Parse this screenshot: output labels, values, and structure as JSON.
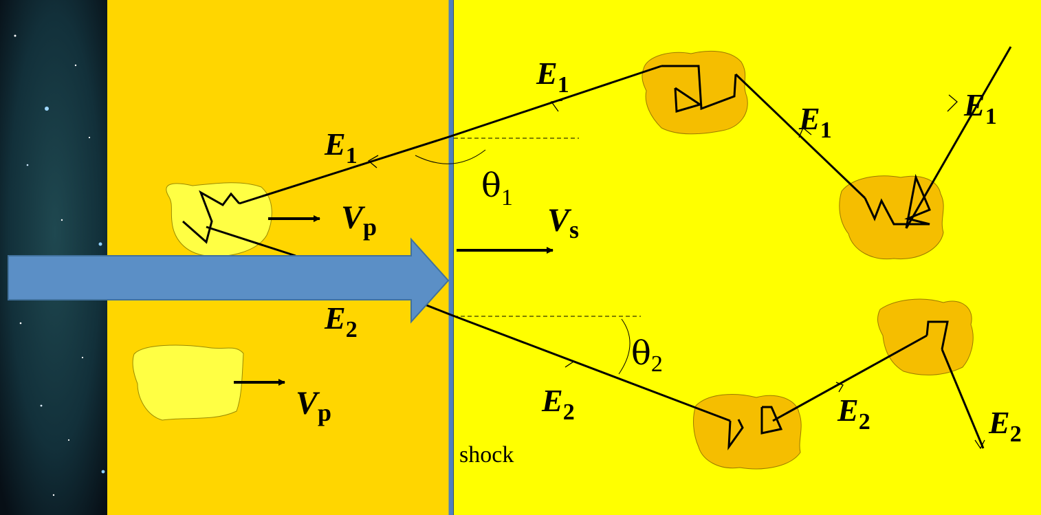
{
  "labels": {
    "e1": "E",
    "e2": "E",
    "sub1": "1",
    "sub2": "2",
    "vp": "V",
    "vp_sub": "p",
    "vs": "V",
    "vs_sub": "s",
    "theta": "θ",
    "shock": "shock"
  },
  "colors": {
    "upstream": "#FFD600",
    "downstream": "#FFFF00",
    "shock_line": "#4F81BD",
    "big_arrow": "#5B8FC6",
    "cloud_upstream": "#FFFF44",
    "cloud_downstream": "#F5BE00",
    "space": "#0b1820"
  }
}
